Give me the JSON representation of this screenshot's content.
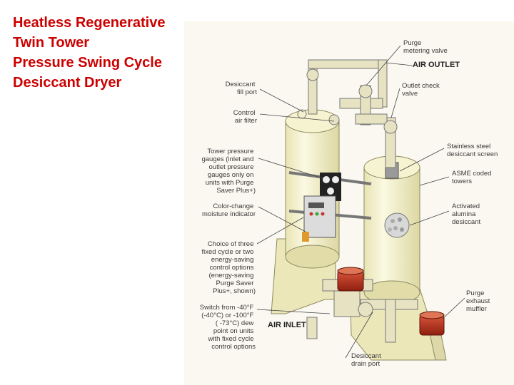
{
  "title": {
    "lines": [
      "Heatless Regenerative",
      "Twin Tower",
      "Pressure Swing Cycle",
      "Desiccant Dryer"
    ]
  },
  "colors": {
    "title": "#cc0000",
    "tower": "#f4f1cc",
    "frame": "#ece7b8",
    "motor": "#b8321f",
    "leader": "#444444"
  },
  "callouts": {
    "air_outlet": "AIR OUTLET",
    "air_inlet": "AIR INLET",
    "purge_metering": [
      "Purge",
      "metering valve"
    ],
    "outlet_check": [
      "Outlet check",
      "valve"
    ],
    "stainless_screen": [
      "Stainless steel",
      "desiccant screen"
    ],
    "asme_towers": [
      "ASME coded",
      "towers"
    ],
    "activated_alumina": [
      "Activated",
      "alumina",
      "desiccant"
    ],
    "purge_muffler": [
      "Purge",
      "exhaust",
      "muffler"
    ],
    "desiccant_drain": [
      "Desiccant",
      "drain port"
    ],
    "desiccant_fill": [
      "Desiccant",
      "fill port"
    ],
    "control_filter": [
      "Control",
      "air filter"
    ],
    "pressure_gauges": [
      "Tower pressure",
      "gauges (inlet and",
      "outlet pressure",
      "gauges only on",
      "units with Purge",
      "Saver Plus+)"
    ],
    "moisture_indicator": [
      "Color-change",
      "moisture indicator"
    ],
    "cycle_choice": [
      "Choice of three",
      "fixed cycle or two",
      "energy-saving",
      "control options",
      "(energy-saving",
      "Purge Saver",
      "Plus+, shown)"
    ],
    "switch_temp": [
      "Switch from -40°F",
      "(-40°C) or -100°F",
      "( -73°C) dew",
      "point on units",
      "with fixed cycle",
      "control options"
    ]
  }
}
